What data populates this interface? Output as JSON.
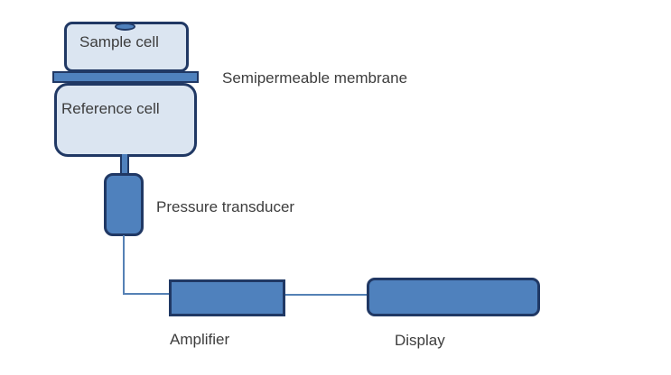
{
  "diagram": {
    "labels": {
      "sample_cell": "Sample cell",
      "reference_cell": "Reference cell",
      "semipermeable_membrane": "Semipermeable membrane",
      "pressure_transducer": "Pressure transducer",
      "amplifier": "Amplifier",
      "display": "Display"
    },
    "colors": {
      "background": "#ffffff",
      "cell_fill": "#dbe5f1",
      "component_fill": "#4f81bd",
      "outline": "#203864",
      "connector_line": "#5581b5",
      "text": "#3d3d3d"
    }
  }
}
